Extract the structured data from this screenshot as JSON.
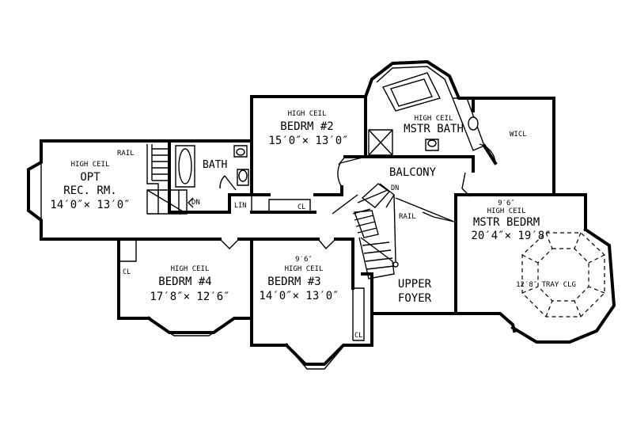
{
  "rooms": {
    "rec_room": {
      "note": "HIGH CEIL",
      "line1": "OPT",
      "line2": "REC. RM.",
      "dims": "14′0″× 13′0″"
    },
    "bedroom2": {
      "note": "HIGH CEIL",
      "name": "BEDRM #2",
      "dims": "15′0″× 13′0″"
    },
    "master_bath": {
      "note": "HIGH CEIL",
      "name": "MSTR BATH"
    },
    "bath": {
      "name": "BATH"
    },
    "wicl": {
      "name": "WICL"
    },
    "balcony": {
      "name": "BALCONY"
    },
    "master_bedroom": {
      "note1": "9′6″",
      "note2": "HIGH CEIL",
      "name": "MSTR BEDRM",
      "dims": "20′4″× 19′8″",
      "tray": "12′8″ TRAY CLG"
    },
    "bedroom4": {
      "note": "HIGH CEIL",
      "name": "BEDRM #4",
      "dims": "17′8″× 12′6″"
    },
    "bedroom3": {
      "note1": "9′6″",
      "note2": "HIGH CEIL",
      "name": "BEDRM #3",
      "dims": "14′0″× 13′0″"
    },
    "upper_foyer": {
      "line1": "UPPER",
      "line2": "FOYER"
    }
  },
  "labels": {
    "rail_left": "RAIL",
    "rail_right": "RAIL",
    "dn_left": "DN",
    "dn_right": "DN",
    "lin": "LIN",
    "cl_bed2": "CL",
    "cl_bed4": "CL",
    "cl_bed3": "CL"
  }
}
